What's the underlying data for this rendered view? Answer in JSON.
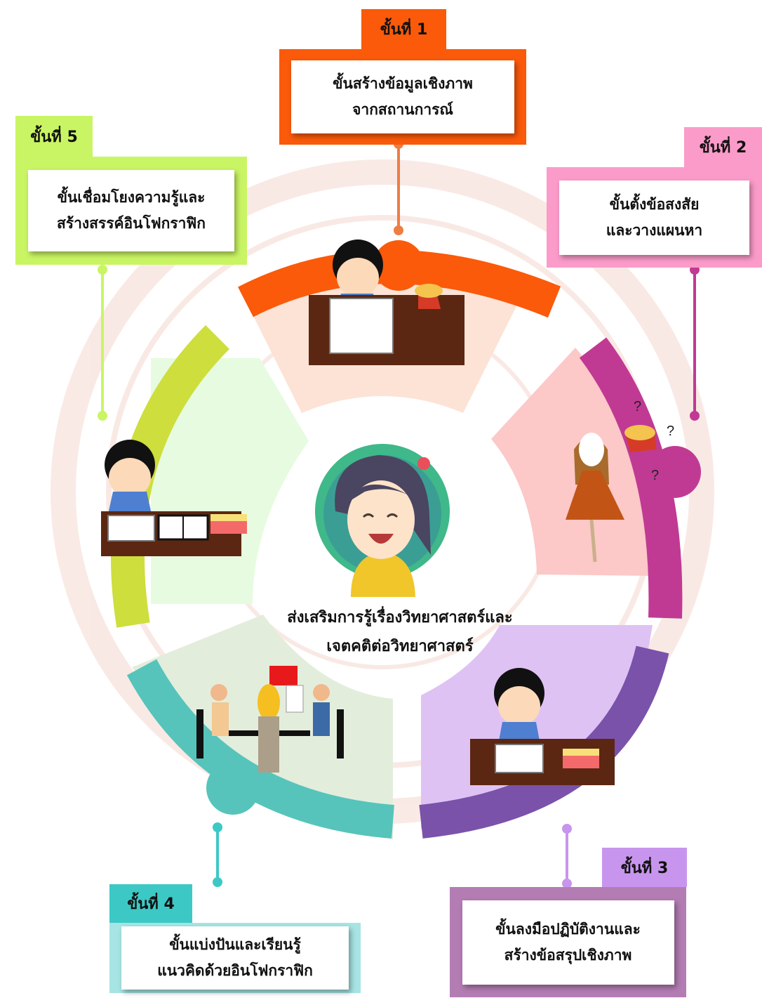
{
  "steps": [
    {
      "tag": "ขั้นที่ 1",
      "line1": "ขั้นสร้างข้อมูลเชิงภาพ",
      "line2": "จากสถานการณ์",
      "color": "#fa5a0a"
    },
    {
      "tag": "ขั้นที่ 2",
      "line1": "ขั้นตั้งข้อสงสัย",
      "line2": "และวางแผนหา",
      "color": "#fb9bc9"
    },
    {
      "tag": "ขั้นที่ 3",
      "line1": "ขั้นลงมือปฏิบัติงานและ",
      "line2": "สร้างข้อสรุปเชิงภาพ",
      "color": "#c895ee"
    },
    {
      "tag": "ขั้นที่ 4",
      "line1": "ขั้นแบ่งปันและเรียนรู้",
      "line2": "แนวคิดด้วยอินโฟกราฟิก",
      "color": "#3cc9c5"
    },
    {
      "tag": "ขั้นที่ 5",
      "line1": "ขั้นเชื่อมโยงความรู้และ",
      "line2": "สร้างสรรค์อินโฟกราฟิก",
      "color": "#c9f564"
    }
  ],
  "center": {
    "line1": "ส่งเสริมการรู้เรื่องวิทยาศาสตร์และ",
    "line2": "เจตคติต่อวิทยาศาสตร์"
  },
  "question_marks": [
    "?",
    "?",
    "?"
  ]
}
